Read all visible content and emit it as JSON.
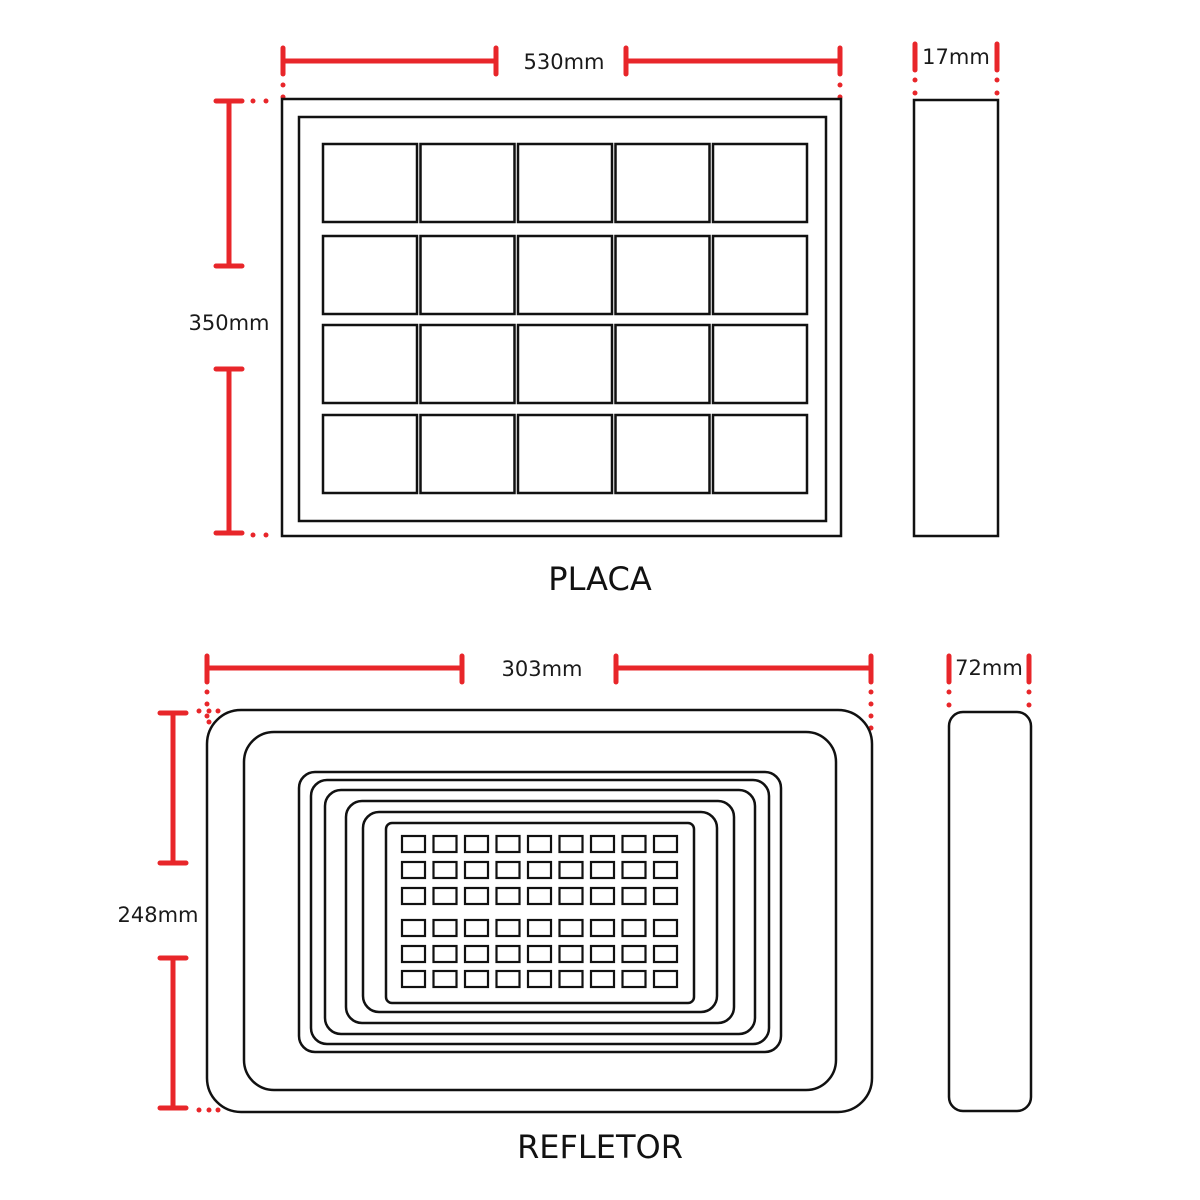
{
  "colors": {
    "dimension": "#e8262a",
    "outline": "#111111",
    "background": "#ffffff"
  },
  "placa": {
    "title": "PLACA",
    "width_label": "530mm",
    "height_label": "350mm",
    "depth_label": "17mm",
    "cell_grid": {
      "rows": 4,
      "cols": 5
    }
  },
  "refletor": {
    "title": "REFLETOR",
    "width_label": "303mm",
    "height_label": "248mm",
    "depth_label": "72mm",
    "led_grid": {
      "rows": 6,
      "cols": 9
    },
    "reflector_rings": 6
  }
}
